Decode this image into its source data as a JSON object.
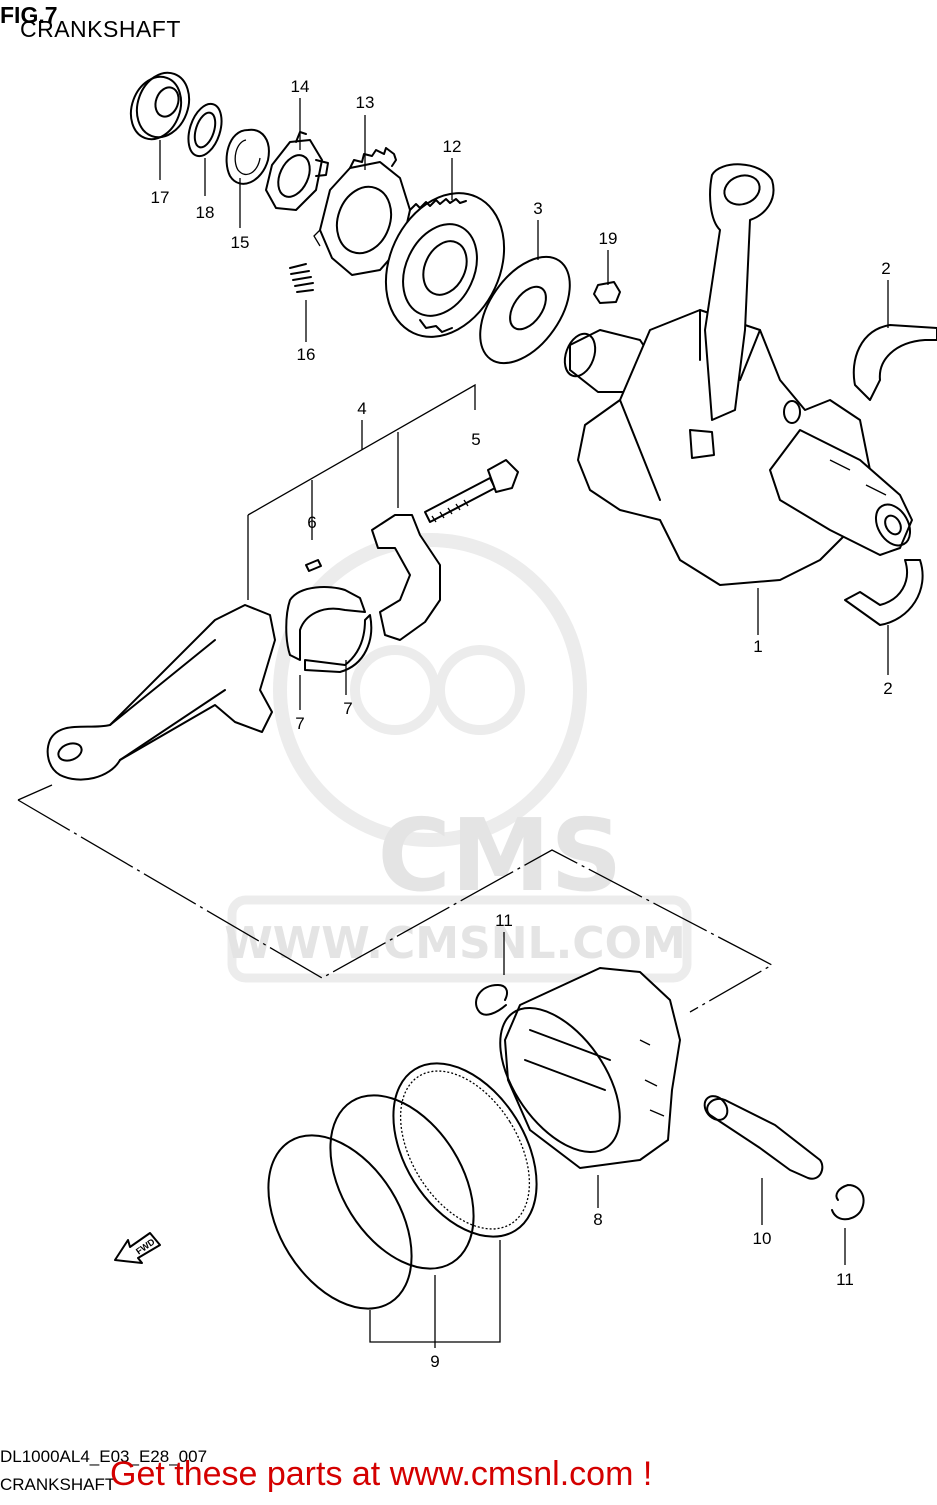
{
  "header": {
    "fig": "FIG.7",
    "subtitle": "CRANKSHAFT"
  },
  "watermark": {
    "brand": "CMS",
    "url": "WWW.CMSNL.COM"
  },
  "callouts": {
    "c1": "1",
    "c2a": "2",
    "c2b": "2",
    "c3": "3",
    "c4": "4",
    "c5": "5",
    "c6": "6",
    "c7a": "7",
    "c7b": "7",
    "c8": "8",
    "c9": "9",
    "c10": "10",
    "c11a": "11",
    "c11b": "11",
    "c12": "12",
    "c13": "13",
    "c14": "14",
    "c15": "15",
    "c16": "16",
    "c17": "17",
    "c18": "18",
    "c19": "19"
  },
  "fwd_arrow": {
    "label": "FWD",
    "icon": "fwd-arrow-icon"
  },
  "footer": {
    "code": "DL1000AL4_E03_E28_007",
    "name": "CRANKSHAFT",
    "promo": "Get these parts at www.cmsnl.com !"
  },
  "colors": {
    "promo": "#d40000",
    "watermark": "#e4e4e4",
    "ink": "#000000"
  }
}
